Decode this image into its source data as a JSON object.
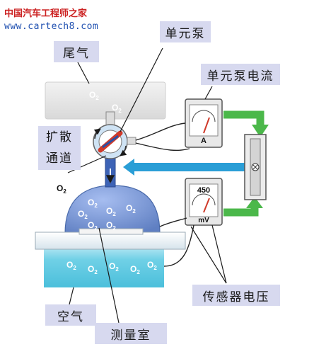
{
  "watermark": {
    "cn": "中国汽车工程师之家",
    "url": "www.cartech8.com"
  },
  "labels": {
    "unit_pump": "单元泵",
    "exhaust": "尾气",
    "pump_current": "单元泵电流",
    "diffusion_channel": "扩散通道",
    "sensor_voltage": "传感器电压",
    "air": "空气",
    "measuring_chamber": "测量室"
  },
  "molecule": "O",
  "molecule_sub": "2",
  "meters": {
    "current_meter_unit": "A",
    "voltage_meter_value": "450",
    "voltage_meter_unit": "mV"
  },
  "colors": {
    "exhaust_fill": "#e6e6e6",
    "chamber_fill": "#7b9ad6",
    "air_fill": "#5bc6df",
    "flow_blue": "#2a9ed6",
    "flow_green": "#4bb84a",
    "label_bg": "#d7d9ef"
  }
}
